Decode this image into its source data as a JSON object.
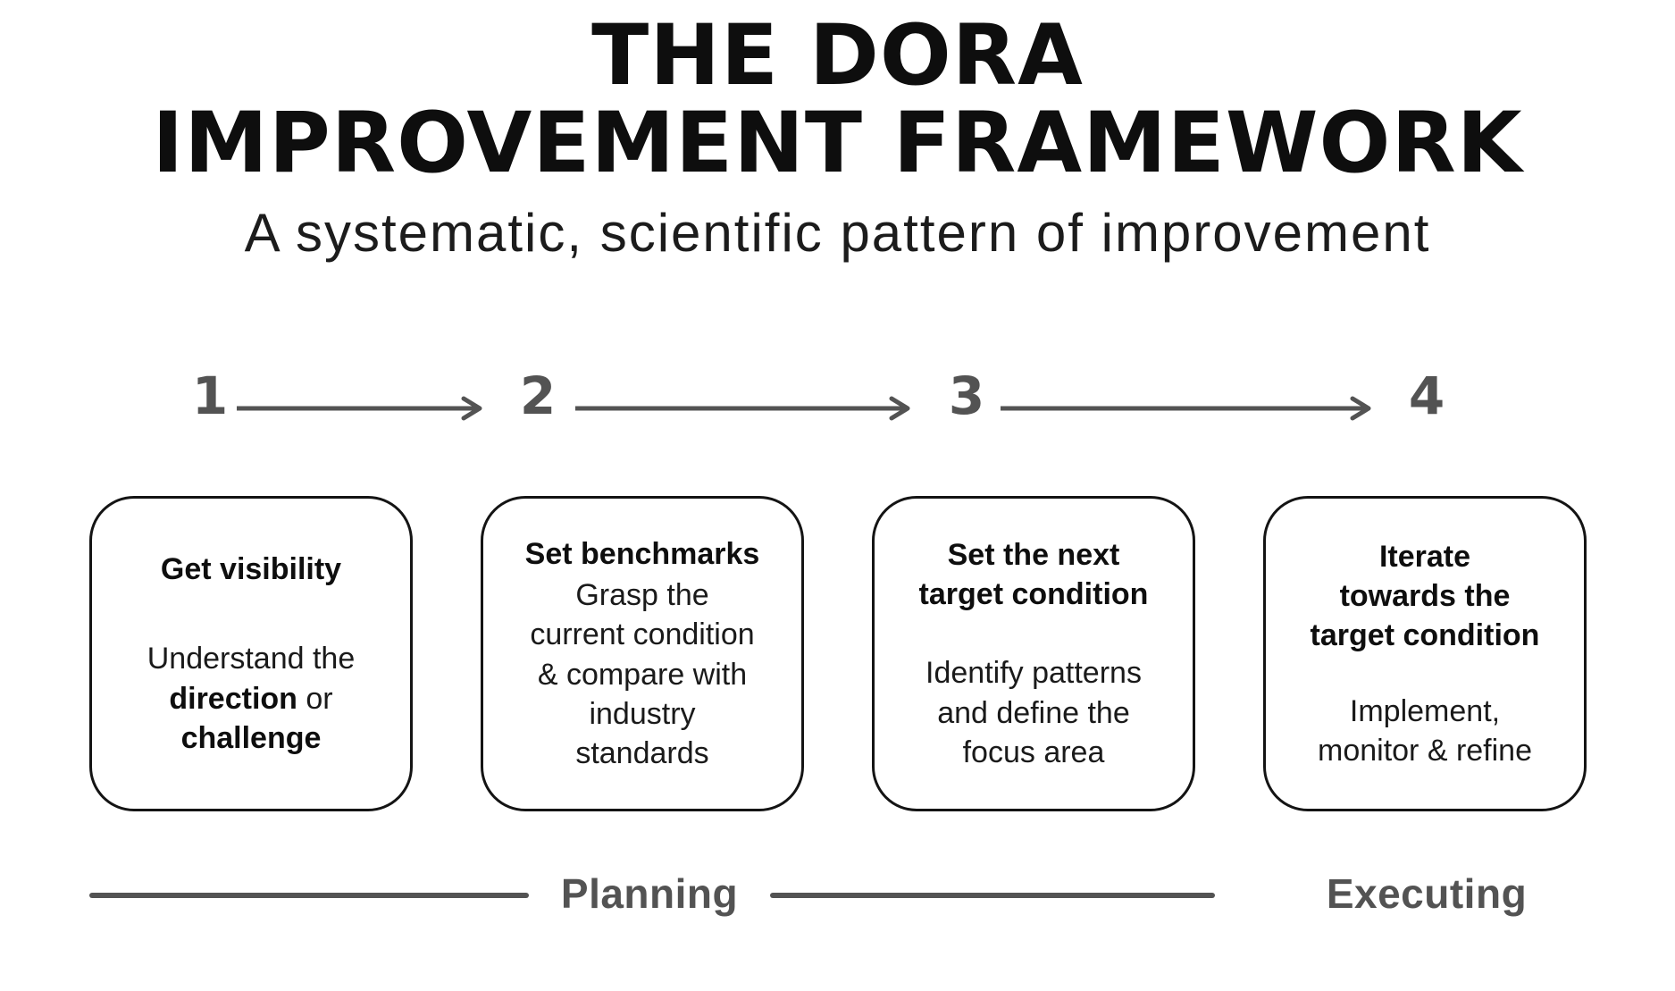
{
  "title": {
    "line1": "THE DORA",
    "line2": "IMPROVEMENT FRAMEWORK"
  },
  "subtitle": "A systematic, scientific pattern of improvement",
  "icons": {
    "step_arrow": "arrow-right-icon"
  },
  "steps": [
    {
      "number": "1",
      "title_lines": [
        "Get visibility"
      ],
      "body_lines": [
        [
          {
            "t": "Understand the"
          }
        ],
        [
          {
            "t": "direction",
            "b": true
          },
          {
            "t": " or"
          }
        ],
        [
          {
            "t": "challenge",
            "b": true
          }
        ]
      ]
    },
    {
      "number": "2",
      "title_lines": [
        "Set benchmarks"
      ],
      "body_lines": [
        [
          {
            "t": "Grasp the"
          }
        ],
        [
          {
            "t": "current condition"
          }
        ],
        [
          {
            "t": "& compare with"
          }
        ],
        [
          {
            "t": "industry"
          }
        ],
        [
          {
            "t": "standards"
          }
        ]
      ]
    },
    {
      "number": "3",
      "title_lines": [
        "Set the next",
        "target condition"
      ],
      "body_lines": [
        [
          {
            "t": "Identify patterns"
          }
        ],
        [
          {
            "t": "and define the"
          }
        ],
        [
          {
            "t": "focus area"
          }
        ]
      ]
    },
    {
      "number": "4",
      "title_lines": [
        "Iterate",
        "towards the",
        "target condition"
      ],
      "body_lines": [
        [
          {
            "t": "Implement,"
          }
        ],
        [
          {
            "t": "monitor & refine"
          }
        ]
      ]
    }
  ],
  "phases": {
    "planning_label": "Planning",
    "executing_label": "Executing"
  },
  "colors": {
    "ink": "#0e0e0e",
    "gray": "#535353",
    "border": "#141414",
    "bg": "#ffffff"
  }
}
